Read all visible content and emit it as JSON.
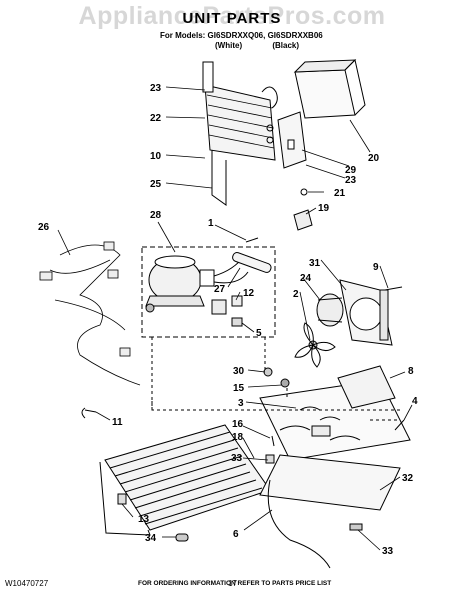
{
  "watermark": "AppliancePartsPros.com",
  "title": "UNIT PARTS",
  "models_line": "For Models: GI6SDRXXQ06, GI6SDRXXB06",
  "variants": [
    "(White)",
    "(Black)"
  ],
  "callouts": {
    "c23a": "23",
    "c22": "22",
    "c10": "10",
    "c25": "25",
    "c28": "28",
    "c1": "1",
    "c26": "26",
    "c27": "27",
    "c12": "12",
    "c5": "5",
    "c20": "20",
    "c29": "29",
    "c23b": "23",
    "c21": "21",
    "c19": "19",
    "c31": "31",
    "c24": "24",
    "c9": "9",
    "c2": "2",
    "c30": "30",
    "c15": "15",
    "c3": "3",
    "c8": "8",
    "c4": "4",
    "c11": "11",
    "c16": "16",
    "c18": "18",
    "c33a": "33",
    "c32": "32",
    "c13": "13",
    "c34": "34",
    "c6": "6",
    "c33b": "33"
  },
  "footer_note": "FOR ORDERING INFORMATION REFER TO PARTS PRICE LIST",
  "doc_number": "W10470727",
  "page_number": "17"
}
